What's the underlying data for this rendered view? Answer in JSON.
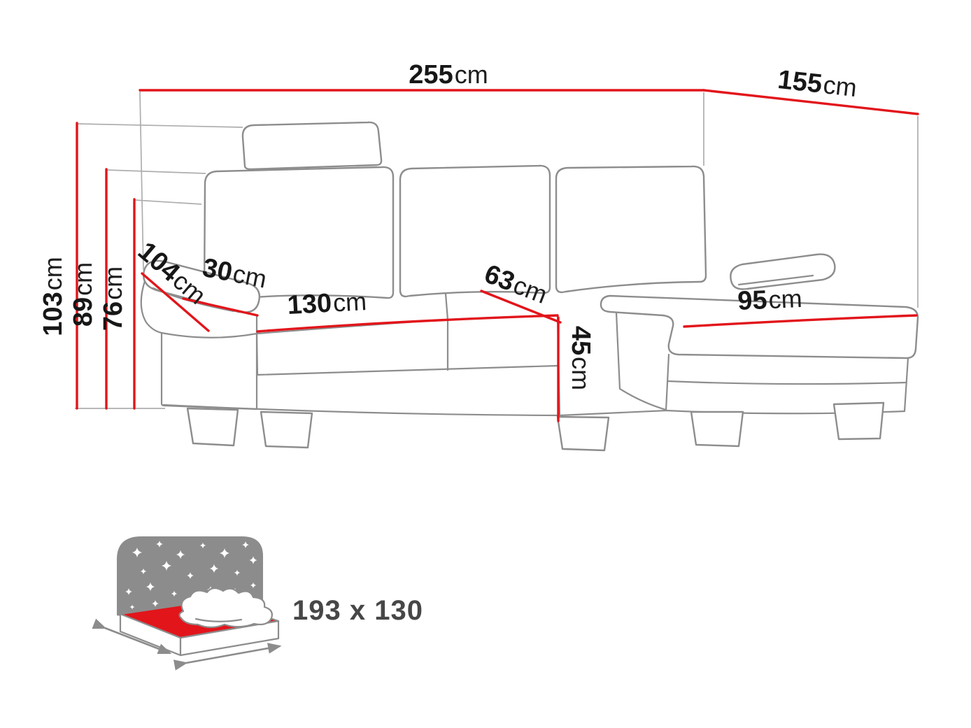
{
  "diagram": {
    "kind": "corner-sofa-dimension-diagram",
    "dimensions": {
      "width_total": {
        "value": "255",
        "unit": "cm"
      },
      "chaise_depth": {
        "value": "155",
        "unit": "cm"
      },
      "height_total": {
        "value": "103",
        "unit": "cm"
      },
      "height_backrest": {
        "value": "89",
        "unit": "cm"
      },
      "height_armrest": {
        "value": "76",
        "unit": "cm"
      },
      "depth_total": {
        "value": "104",
        "unit": "cm"
      },
      "armrest_width": {
        "value": "30",
        "unit": "cm"
      },
      "seat_width": {
        "value": "130",
        "unit": "cm"
      },
      "seat_depth": {
        "value": "63",
        "unit": "cm"
      },
      "seat_height": {
        "value": "45",
        "unit": "cm"
      },
      "chaise_seat_width": {
        "value": "95",
        "unit": "cm"
      }
    },
    "sleeping_area": {
      "label": "193 x 130",
      "icon": "bed-with-stars-icon"
    },
    "colors": {
      "dimension_line": "#e2151b",
      "sofa_outline": "#8d8d8d",
      "label_text": "#171717",
      "sleeping_label_text": "#474747",
      "icon_gray": "#8c8c8c",
      "icon_red": "#e2151b"
    }
  }
}
